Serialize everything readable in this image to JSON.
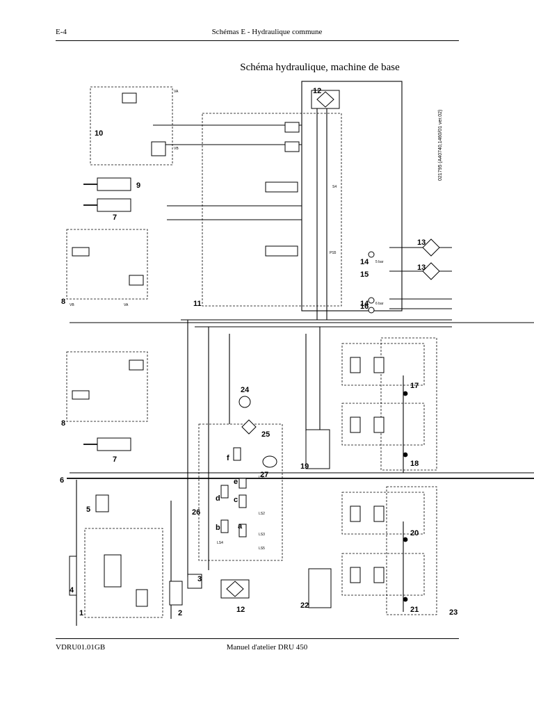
{
  "header": {
    "left": "E-4",
    "center": "Schémas E - Hydraulique commune"
  },
  "title": "Schéma hydraulique, machine de base",
  "drawing_ref": "021795 (A40740,1460/01 ver.02)",
  "footer": {
    "left": "VDRU01.01GB",
    "center": "Manuel d'atelier DRU 450"
  },
  "callouts": [
    "1",
    "2",
    "3",
    "4",
    "5",
    "6",
    "7",
    "7",
    "8",
    "8",
    "9",
    "10",
    "11",
    "12",
    "12",
    "13",
    "13",
    "14",
    "14",
    "15",
    "16",
    "17",
    "18",
    "19",
    "20",
    "21",
    "22",
    "23",
    "24",
    "25",
    "26",
    "27",
    "a",
    "b",
    "c",
    "d",
    "e",
    "f"
  ],
  "port_labels": [
    "VA",
    "VB",
    "VA",
    "VB",
    "S4",
    "PS5",
    "LS1",
    "LS2",
    "LS3",
    "LS4",
    "LS5",
    "5 bar",
    "6 bar"
  ]
}
